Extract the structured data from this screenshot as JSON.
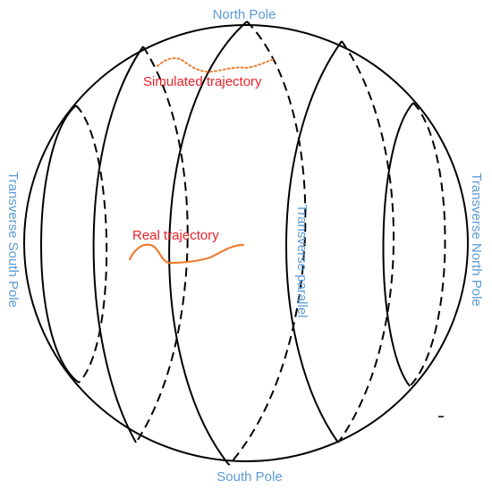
{
  "labels": {
    "north_pole": "North Pole",
    "south_pole": "South Pole",
    "transverse_south_pole": "Transverse South Pole",
    "transverse_north_pole": "Transverse North Pole",
    "transverse_parallel": "Transverse parallel",
    "simulated_trajectory": "Simulated trajectory",
    "real_trajectory": "Real trajectory"
  },
  "colors": {
    "outline": "#000000",
    "pole_label": "#5b9bd5",
    "trajectory_label": "#e8222a",
    "trajectory_line": "#ed7d31"
  }
}
